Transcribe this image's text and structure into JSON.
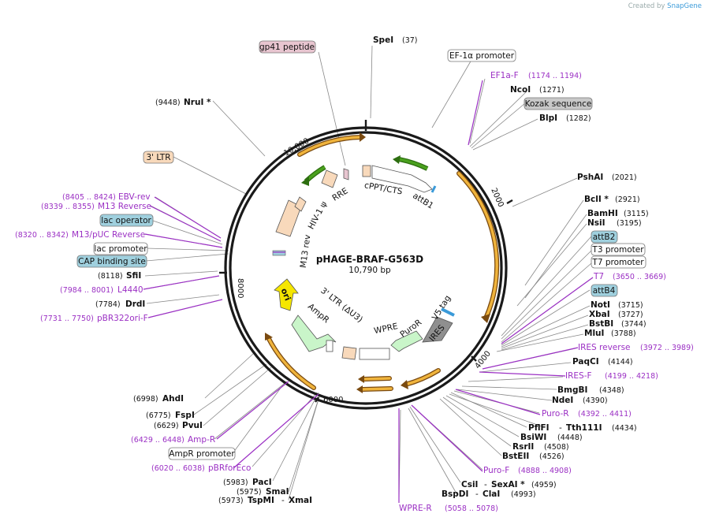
{
  "credit": {
    "prefix": "Created by",
    "brand": "SnapGene"
  },
  "plasmid": {
    "name": "pHAGE-BRAF-G563D",
    "length": "10,790 bp"
  },
  "ticks": [
    "10,000",
    "2000",
    "4000",
    "6000",
    "8000"
  ],
  "sites": {
    "speI": {
      "name": "SpeI",
      "pos": "(37)"
    },
    "ncoI": {
      "name": "NcoI",
      "pos": "(1271)"
    },
    "blpI": {
      "name": "BlpI",
      "pos": "(1282)"
    },
    "pshAI": {
      "name": "PshAI",
      "pos": "(2021)"
    },
    "bclI": {
      "name": "BclI *",
      "pos": "(2921)"
    },
    "bamHI": {
      "name": "BamHI",
      "pos": "(3115)"
    },
    "nsiI": {
      "name": "NsiI",
      "pos": "(3195)"
    },
    "notI": {
      "name": "NotI",
      "pos": "(3715)"
    },
    "xbaI": {
      "name": "XbaI",
      "pos": "(3727)"
    },
    "bstBI": {
      "name": "BstBI",
      "pos": "(3744)"
    },
    "mluI": {
      "name": "MluI",
      "pos": "(3788)"
    },
    "paqCI": {
      "name": "PaqCI",
      "pos": "(4144)"
    },
    "bmgBI": {
      "name": "BmgBI",
      "pos": "(4348)"
    },
    "ndeI": {
      "name": "NdeI",
      "pos": "(4390)"
    },
    "pflFI": {
      "name": "PflFI",
      "sep": "-",
      "name2": "Tth111I",
      "pos": "(4434)"
    },
    "bsiWI": {
      "name": "BsiWI",
      "pos": "(4448)"
    },
    "rsrII": {
      "name": "RsrII",
      "pos": "(4508)"
    },
    "bstEII": {
      "name": "BstEII",
      "pos": "(4526)"
    },
    "csiI": {
      "name": "CsiI",
      "sep": "-",
      "name2": "SexAI *",
      "pos": "(4959)"
    },
    "bspDI": {
      "name": "BspDI",
      "sep": "-",
      "name2": "ClaI",
      "pos": "(4993)"
    },
    "nruI": {
      "name": "NruI *",
      "pos": "(9448)"
    },
    "sfiI": {
      "name": "SfiI",
      "pos": "(8118)"
    },
    "drdI": {
      "name": "DrdI",
      "pos": "(7784)"
    },
    "ahdI": {
      "name": "AhdI",
      "pos": "(6998)"
    },
    "fspI": {
      "name": "FspI",
      "pos": "(6775)"
    },
    "pvuI": {
      "name": "PvuI",
      "pos": "(6629)"
    },
    "pacI": {
      "name": "PacI",
      "pos": "(5983)"
    },
    "smaI": {
      "name": "SmaI",
      "pos": "(5975)"
    },
    "tspMI": {
      "name": "TspMI",
      "sep": "-",
      "name2": "XmaI",
      "pos": "(5973)"
    }
  },
  "primers": {
    "ef1aF": {
      "name": "EF1a-F",
      "pos": "(1174 .. 1194)"
    },
    "t7": {
      "name": "T7",
      "pos": "(3650 .. 3669)"
    },
    "iresRev": {
      "name": "IRES reverse",
      "pos": "(3972 .. 3989)"
    },
    "iresF": {
      "name": "IRES-F",
      "pos": "(4199 .. 4218)"
    },
    "puroR": {
      "name": "Puro-R",
      "pos": "(4392 .. 4411)"
    },
    "puroF": {
      "name": "Puro-F",
      "pos": "(4888 .. 4908)"
    },
    "wpreR": {
      "name": "WPRE-R",
      "pos": "(5058 .. 5078)"
    },
    "ebvRev": {
      "name": "EBV-rev",
      "pos": "(8405 .. 8424)"
    },
    "m13Rev": {
      "name": "M13 Reverse",
      "pos": "(8339 .. 8355)"
    },
    "m13puc": {
      "name": "M13/pUC Reverse",
      "pos": "(8320 .. 8342)"
    },
    "l4440": {
      "name": "L4440",
      "pos": "(7984 .. 8001)"
    },
    "pbr322": {
      "name": "pBR322ori-F",
      "pos": "(7731 .. 7750)"
    },
    "ampR": {
      "name": "Amp-R",
      "pos": "(6429 .. 6448)"
    },
    "pbrForEco": {
      "name": "pBRforEco",
      "pos": "(6020 .. 6038)"
    }
  },
  "boxes": {
    "gp41": "gp41 peptide",
    "ef1aPromoter": "EF-1α promoter",
    "kozak": "Kozak sequence",
    "ltr3": "3' LTR",
    "lacOperator": "lac operator",
    "lacPromoter": "lac promoter",
    "cap": "CAP binding site",
    "attB2": "attB2",
    "t3": "T3 promoter",
    "t7": "T7 promoter",
    "attB4": "attB4",
    "ampRPromoter": "AmpR promoter"
  },
  "features": {
    "hiv": "HIV-1 ψ",
    "rre": "RRE",
    "cppt": "cPPT/CTS",
    "attB1": "attB1",
    "m13rev": "M13 rev",
    "ltrDU3": "3' LTR (ΔU3)",
    "ampR": "AmpR",
    "ori": "ori",
    "wpre": "WPRE",
    "puroR": "PuroR",
    "v5": "V5 tag",
    "ires": "IRES"
  },
  "colors": {
    "primer": "#9b30c4",
    "orange": "#f0b43c",
    "green": "#4aa11e",
    "ori": "#f5e600",
    "peach": "#f8d9bb",
    "ampR": "#c9f5c9",
    "ires": "#8f8f8f",
    "gp41": "#e8c5d0",
    "kozak": "#c8c8c8",
    "blueBox": "#9fd0de"
  }
}
